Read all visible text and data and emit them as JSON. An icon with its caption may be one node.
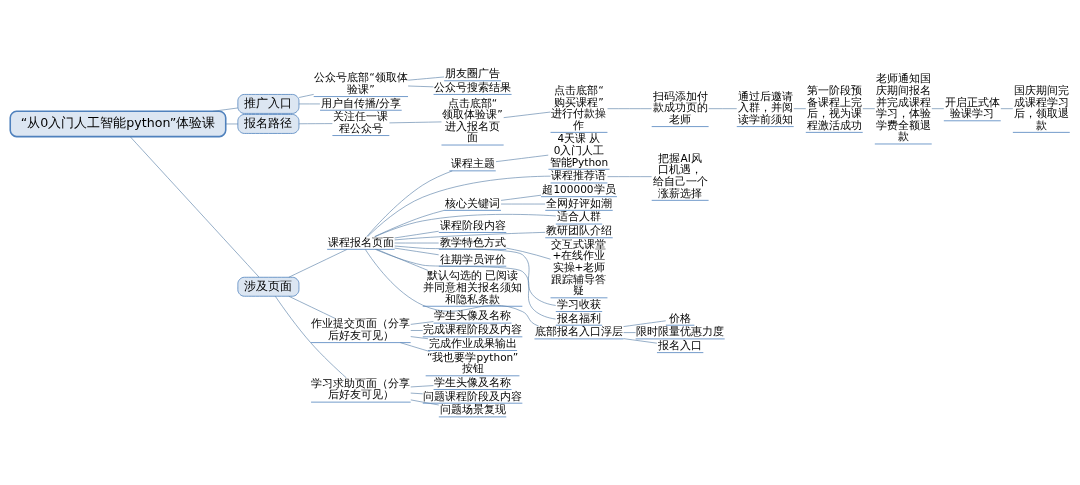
{
  "diagram": {
    "nodes": [
      {
        "text": [
          "“从0入门人工智能python”体验课"
        ]
      },
      {
        "text": [
          "推广入口"
        ]
      },
      {
        "text": [
          "公众号底部“领取体验课”"
        ]
      },
      {
        "text": [
          "朋友圈广告"
        ]
      },
      {
        "text": [
          "公众号搜索结果"
        ]
      },
      {
        "text": [
          "用户自传播/分享"
        ]
      },
      {
        "text": [
          "报名路径"
        ]
      },
      {
        "text": [
          "关注任一课程公众号"
        ]
      },
      {
        "text": [
          "点击底部“领取体验课”进入报名页面"
        ]
      },
      {
        "text": [
          "点击底部“购买课程”进行付款操作"
        ]
      },
      {
        "text": [
          "扫码添加付款成功页的老师"
        ]
      },
      {
        "text": [
          "通过后邀请入群，并阅读学前须知"
        ]
      },
      {
        "text": [
          "第一阶段预备课程上完后，视为课程激活成功"
        ]
      },
      {
        "text": [
          "老师通知国庆期间报名并完成课程学习，体验学费全额退款"
        ]
      },
      {
        "text": [
          "开启正式体验课学习"
        ]
      },
      {
        "text": [
          "国庆期间完成课程学习后，领取退款"
        ]
      },
      {
        "text": [
          "涉及页面"
        ]
      },
      {
        "text": [
          "课程报名页面"
        ]
      },
      {
        "text": [
          "课程主题"
        ]
      },
      {
        "text": [
          "4天课 从0入门人工智能Python"
        ]
      },
      {
        "text": [
          "课程推荐语"
        ]
      },
      {
        "text": [
          "把握AI风口机遇，给自己一个涨薪选择"
        ]
      },
      {
        "text": [
          "核心关键词"
        ]
      },
      {
        "text": [
          "超100000学员"
        ]
      },
      {
        "text": [
          "全网好评如潮"
        ]
      },
      {
        "text": [
          "适合人群"
        ]
      },
      {
        "text": [
          "课程阶段内容"
        ]
      },
      {
        "text": [
          "教研团队介绍"
        ]
      },
      {
        "text": [
          "教学特色方式"
        ]
      },
      {
        "text": [
          "交互式课堂+在线作业实操+老师跟踪辅导答疑"
        ]
      },
      {
        "text": [
          "学习收获"
        ]
      },
      {
        "text": [
          "往期学员评价"
        ]
      },
      {
        "text": [
          "报名福利"
        ]
      },
      {
        "text": [
          "默认勾选的 已阅读并同意相关报名须知和隐私条款"
        ]
      },
      {
        "text": [
          "底部报名入口浮层"
        ]
      },
      {
        "text": [
          "价格"
        ]
      },
      {
        "text": [
          "限时限量优惠力度"
        ]
      },
      {
        "text": [
          "报名入口"
        ]
      },
      {
        "text": [
          "作业提交页面（分享后好友可见）"
        ]
      },
      {
        "text": [
          "学生头像及名称"
        ]
      },
      {
        "text": [
          "完成课程阶段及内容"
        ]
      },
      {
        "text": [
          "完成作业成果输出"
        ]
      },
      {
        "text": [
          "“我也要学python”按钮"
        ]
      },
      {
        "text": [
          "学习求助页面（分享后好友可见）"
        ]
      },
      {
        "text": [
          "学生头像及名称"
        ]
      },
      {
        "text": [
          "问题课程阶段及内容"
        ]
      },
      {
        "text": [
          "问题场景复现"
        ]
      }
    ],
    "edges": [
      {
        "from": 0,
        "to": 1,
        "arrow": "none"
      },
      {
        "from": 1,
        "to": 2,
        "arrow": "none"
      },
      {
        "from": 2,
        "to": 3,
        "arrow": "none"
      },
      {
        "from": 2,
        "to": 4,
        "arrow": "none"
      },
      {
        "from": 1,
        "to": 5,
        "arrow": "none"
      },
      {
        "from": 0,
        "to": 6,
        "arrow": "none"
      },
      {
        "from": 6,
        "to": 7,
        "arrow": "none"
      },
      {
        "from": 7,
        "to": 8,
        "arrow": "none"
      },
      {
        "from": 8,
        "to": 9,
        "arrow": "none"
      },
      {
        "from": 9,
        "to": 10,
        "arrow": "none"
      },
      {
        "from": 10,
        "to": 11,
        "arrow": "none"
      },
      {
        "from": 11,
        "to": 12,
        "arrow": "none"
      },
      {
        "from": 12,
        "to": 13,
        "arrow": "none"
      },
      {
        "from": 13,
        "to": 14,
        "arrow": "none"
      },
      {
        "from": 14,
        "to": 15,
        "arrow": "none"
      },
      {
        "from": 0,
        "to": 16,
        "arrow": "none"
      },
      {
        "from": 16,
        "to": 17,
        "arrow": "none"
      },
      {
        "from": 17,
        "to": 18,
        "arrow": "none"
      },
      {
        "from": 18,
        "to": 19,
        "arrow": "none"
      },
      {
        "from": 17,
        "to": 20,
        "arrow": "none"
      },
      {
        "from": 20,
        "to": 21,
        "arrow": "none"
      },
      {
        "from": 17,
        "to": 22,
        "arrow": "none"
      },
      {
        "from": 22,
        "to": 23,
        "arrow": "none"
      },
      {
        "from": 22,
        "to": 24,
        "arrow": "none"
      },
      {
        "from": 17,
        "to": 25,
        "arrow": "none"
      },
      {
        "from": 17,
        "to": 26,
        "arrow": "none"
      },
      {
        "from": 17,
        "to": 27,
        "arrow": "none"
      },
      {
        "from": 17,
        "to": 28,
        "arrow": "none"
      },
      {
        "from": 28,
        "to": 29,
        "arrow": "none"
      },
      {
        "from": 17,
        "to": 30,
        "arrow": "none"
      },
      {
        "from": 17,
        "to": 31,
        "arrow": "none"
      },
      {
        "from": 17,
        "to": 32,
        "arrow": "none"
      },
      {
        "from": 17,
        "to": 33,
        "arrow": "none"
      },
      {
        "from": 17,
        "to": 34,
        "arrow": "none"
      },
      {
        "from": 34,
        "to": 35,
        "arrow": "none"
      },
      {
        "from": 34,
        "to": 36,
        "arrow": "none"
      },
      {
        "from": 34,
        "to": 37,
        "arrow": "none"
      },
      {
        "from": 16,
        "to": 38,
        "arrow": "none"
      },
      {
        "from": 38,
        "to": 39,
        "arrow": "none"
      },
      {
        "from": 38,
        "to": 40,
        "arrow": "none"
      },
      {
        "from": 38,
        "to": 41,
        "arrow": "none"
      },
      {
        "from": 38,
        "to": 42,
        "arrow": "none"
      },
      {
        "from": 16,
        "to": 43,
        "arrow": "none"
      },
      {
        "from": 43,
        "to": 44,
        "arrow": "none"
      },
      {
        "from": 43,
        "to": 45,
        "arrow": "none"
      },
      {
        "from": 43,
        "to": 46,
        "arrow": "none"
      }
    ]
  }
}
